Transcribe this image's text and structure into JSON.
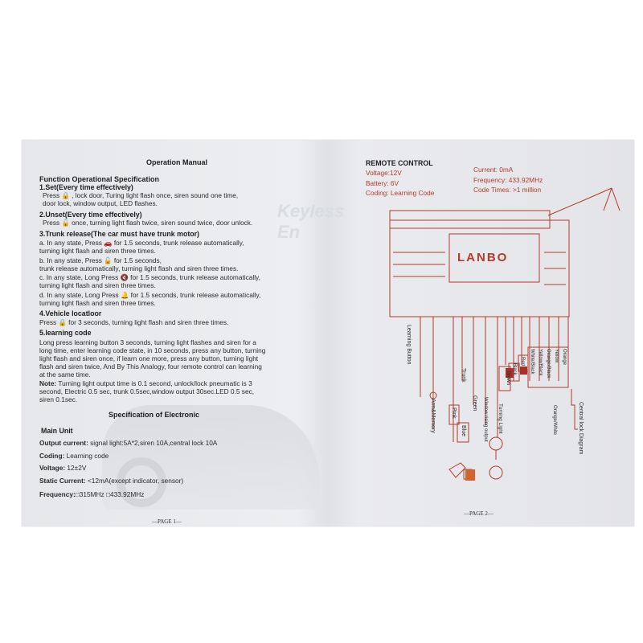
{
  "page1": {
    "title": "Operation Manual",
    "watermark": "Keyless En",
    "section_heading": "Function Operational Specification",
    "set_heading": "1.Set(Every time effectively)",
    "set_lines": [
      "Press 🔒 , lock door, Turing light flash once, siren sound one time,",
      "door lock, window output, LED flashes."
    ],
    "unset_heading": "2.Unset(Every time effectively)",
    "unset_lines": [
      "Press 🔓 once, turning light flash twice, siren sound twice, door unlock."
    ],
    "trunk_heading": "3.Trunk release(The car must have trunk motor)",
    "trunk_lines": [
      "a. In any state, Press 🚗 for 1.5 seconds,  trunk release  automatically,",
      "turning light flash and siren three times.",
      "b. In any state, Press 🔓 for 1.5 seconds,",
      "trunk release automatically, turning light flash and siren three times.",
      "c. In any state, Long Press 🔇 for 1.5 seconds, trunk release automatically,",
      "turning light flash and siren three times.",
      "d. In any state, Long Press 🔔 for 1.5 seconds, trunk release automatically,",
      "turning light flash and siren three times."
    ],
    "vehicle_heading": "4.Vehicle locatloor",
    "vehicle_lines": [
      "Press 🔒 for 3 seconds, turning light flash and siren three times."
    ],
    "learning_heading": "5.learning code",
    "learning_lines": [
      "Long press learning button 3 seconds, turning light flashes and siren for a",
      "long time, enter learning code state, in 10 seconds, press any button, turning",
      "light flash and siren once, if learn one more, press any button, turning light",
      "flash and siren twice, And By This Analogy, four remote control can learning",
      "at the same time."
    ],
    "note_label": "Note:",
    "note_lines": [
      " Turning light output time is 0.1 second, unlock/lock pneumatic is 3",
      "second, Electric 0.5 sec, trunk 0.5sec,window output 30sec.LED 0.5 sec,",
      "siren 0.1sec."
    ],
    "spec_heading": "Specification of Electronic",
    "main_unit": "Main Unit",
    "output_label": "Output current:",
    "output_value": " signal light:5A*2,siren 10A,central lock 10A",
    "coding_label": "Coding:",
    "coding_value": " Learning code",
    "voltage_label": "Voltage:",
    "voltage_value": " 12±2V",
    "static_label": "Static Current:",
    "static_value": " <12mA(except indicator, sensor)",
    "freq_label": "Frequency:",
    "freq_value": "□315MHz  □433.92MHz",
    "page_number": "—PAGE 1—"
  },
  "page2": {
    "title": "REMOTE CONTROL",
    "voltage": "Voltage:12V",
    "battery": "Battery: 6V",
    "coding": "Coding: Learning Code",
    "current": "Current: 0mA",
    "frequency": "Frequency: 433.92MHz",
    "code_times": "Code Times: >1 million",
    "brand": "LANBO",
    "wires": [
      "Learning Button",
      "Arm&Memory",
      "Pink",
      "Trunk",
      "Green",
      "Window rising output",
      "Blue",
      "Brown",
      "Turning Light",
      "Black",
      "Red",
      "Yellow",
      "Orange",
      "Orange/Black",
      "Yellow/Black",
      "White/Black",
      "Orange/White"
    ],
    "central_lock": "Central lock Diagram",
    "page_number": "—PAGE 2—"
  },
  "colors": {
    "paper": "#e6e7ea",
    "text": "#2a2a2a",
    "accent": "#b33a2a"
  }
}
